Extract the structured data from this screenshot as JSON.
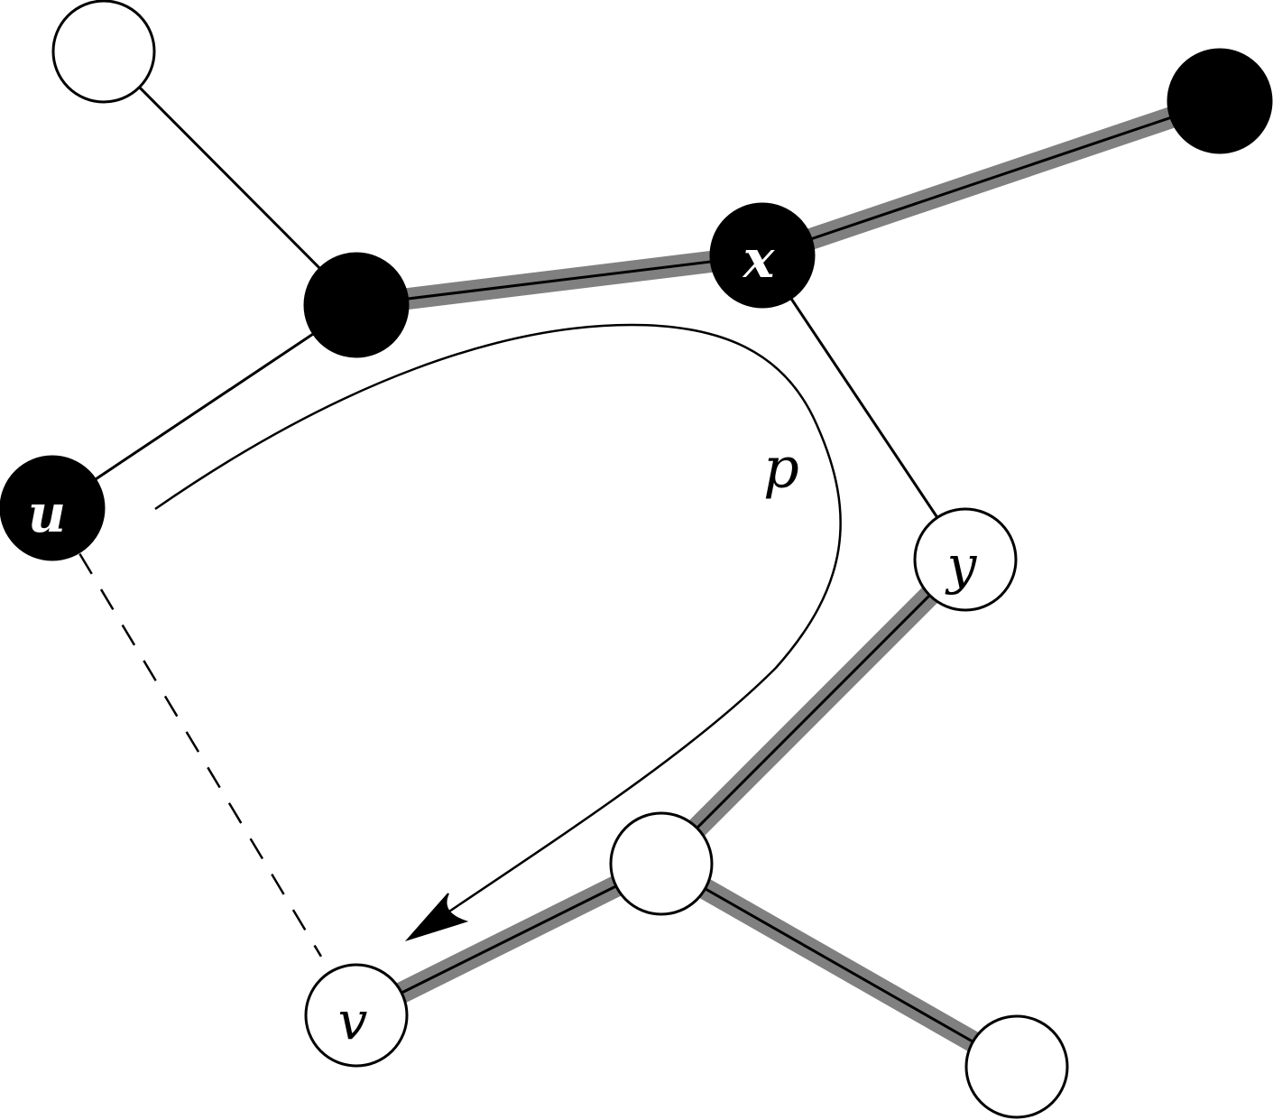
{
  "diagram": {
    "colors": {
      "black_node": "#000000",
      "white_node": "#ffffff",
      "tree_band": "#808080",
      "line": "#000000"
    },
    "nodes": [
      {
        "id": "n_top_left",
        "label": "",
        "fill": "white"
      },
      {
        "id": "n_mid",
        "label": "",
        "fill": "black"
      },
      {
        "id": "x",
        "label": "x",
        "fill": "black"
      },
      {
        "id": "n_top_right",
        "label": "",
        "fill": "black"
      },
      {
        "id": "u",
        "label": "u",
        "fill": "black"
      },
      {
        "id": "y",
        "label": "y",
        "fill": "white"
      },
      {
        "id": "n_branch",
        "label": "",
        "fill": "white"
      },
      {
        "id": "v",
        "label": "v",
        "fill": "white"
      },
      {
        "id": "n_bottom_right",
        "label": "",
        "fill": "white"
      }
    ],
    "edges": [
      {
        "from": "n_top_left",
        "to": "n_mid",
        "style": "thin"
      },
      {
        "from": "n_mid",
        "to": "u",
        "style": "thin"
      },
      {
        "from": "x",
        "to": "y",
        "style": "thin"
      },
      {
        "from": "n_mid",
        "to": "x",
        "style": "highlighted"
      },
      {
        "from": "x",
        "to": "n_top_right",
        "style": "highlighted"
      },
      {
        "from": "y",
        "to": "n_branch",
        "style": "highlighted"
      },
      {
        "from": "n_branch",
        "to": "v",
        "style": "highlighted"
      },
      {
        "from": "n_branch",
        "to": "n_bottom_right",
        "style": "highlighted"
      },
      {
        "from": "u",
        "to": "v",
        "style": "dashed"
      }
    ],
    "path": {
      "label": "p",
      "from": "u",
      "to": "v",
      "directed": true
    }
  }
}
